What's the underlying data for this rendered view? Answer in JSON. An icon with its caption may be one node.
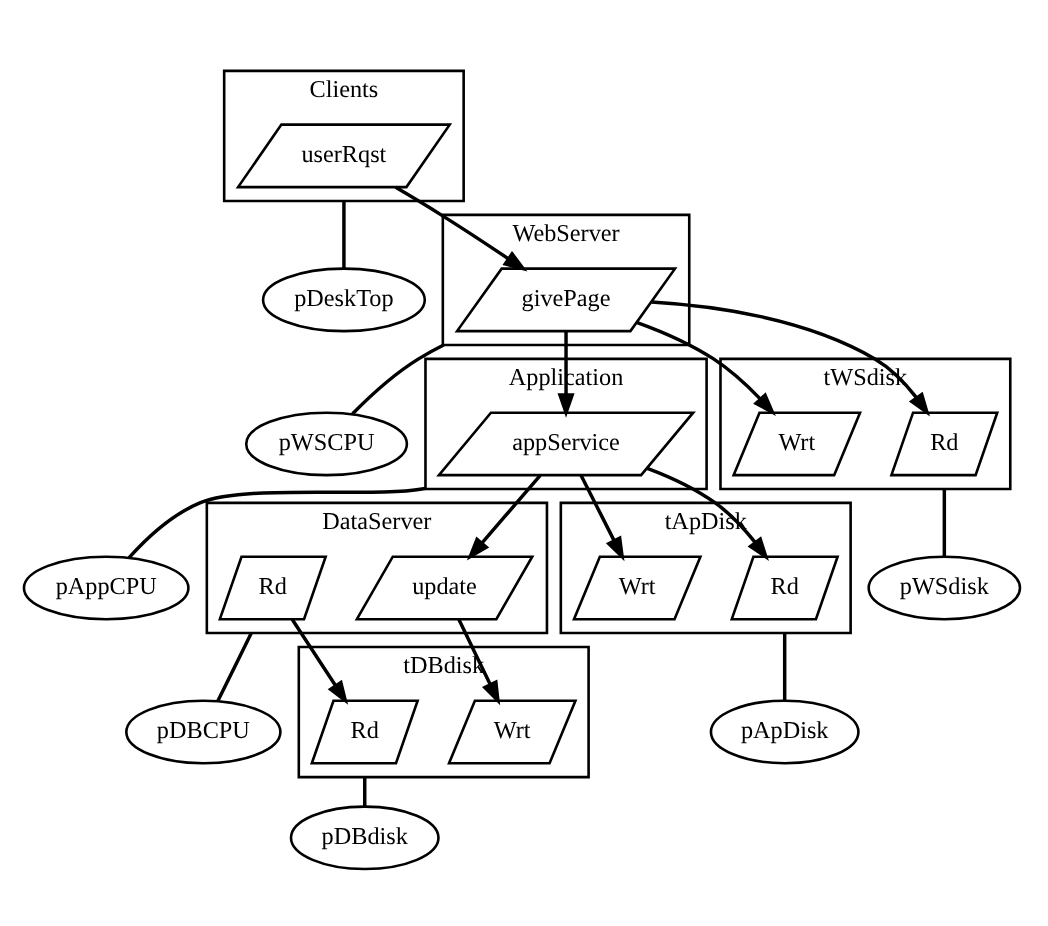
{
  "diagram": {
    "nodes": [
      {
        "text": [
          "Clients"
        ]
      },
      {
        "text": [
          "userRqst"
        ],
        "in": 0
      },
      {
        "text": [
          "pDeskTop"
        ]
      },
      {
        "text": [
          "WebServer"
        ]
      },
      {
        "text": [
          "givePage"
        ],
        "in": 3
      },
      {
        "text": [
          "pWSCPU"
        ]
      },
      {
        "text": [
          "Application"
        ]
      },
      {
        "text": [
          "appService"
        ],
        "in": 6
      },
      {
        "text": [
          "pAppCPU"
        ]
      },
      {
        "text": [
          "DataServer"
        ]
      },
      {
        "text": [
          "Rd"
        ],
        "in": 9
      },
      {
        "text": [
          "update"
        ],
        "in": 9
      },
      {
        "text": [
          "pDBCPU"
        ]
      },
      {
        "text": [
          "tWSdisk"
        ]
      },
      {
        "text": [
          "Rd"
        ],
        "in": 13
      },
      {
        "text": [
          "Wrt"
        ],
        "in": 13
      },
      {
        "text": [
          "pWSdisk"
        ]
      },
      {
        "text": [
          "tApDisk"
        ]
      },
      {
        "text": [
          "Rd"
        ],
        "in": 17
      },
      {
        "text": [
          "Wrt"
        ],
        "in": 17
      },
      {
        "text": [
          "pApDisk"
        ]
      },
      {
        "text": [
          "tDBdisk"
        ]
      },
      {
        "text": [
          "Rd"
        ],
        "in": 21
      },
      {
        "text": [
          "Wrt"
        ],
        "in": 21
      },
      {
        "text": [
          "pDBdisk"
        ]
      }
    ],
    "edges": [
      {
        "from": 1,
        "to": 4,
        "arrow": "to"
      },
      {
        "from": 4,
        "to": 7,
        "arrow": "to"
      },
      {
        "from": 7,
        "to": 11,
        "arrow": "to"
      },
      {
        "from": 4,
        "to": 14,
        "arrow": "to"
      },
      {
        "from": 4,
        "to": 15,
        "arrow": "to"
      },
      {
        "from": 7,
        "to": 18,
        "arrow": "to"
      },
      {
        "from": 7,
        "to": 19,
        "arrow": "to"
      },
      {
        "from": 10,
        "to": 22,
        "arrow": "to"
      },
      {
        "from": 11,
        "to": 23,
        "arrow": "to"
      },
      {
        "from": 0,
        "to": 2,
        "arrow": "none"
      },
      {
        "from": 3,
        "to": 5,
        "arrow": "none"
      },
      {
        "from": 6,
        "to": 8,
        "arrow": "none"
      },
      {
        "from": 9,
        "to": 12,
        "arrow": "none"
      },
      {
        "from": 13,
        "to": 16,
        "arrow": "none"
      },
      {
        "from": 17,
        "to": 20,
        "arrow": "none"
      },
      {
        "from": 21,
        "to": 24,
        "arrow": "none"
      }
    ]
  }
}
